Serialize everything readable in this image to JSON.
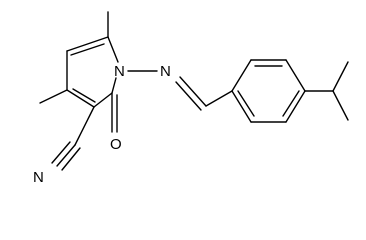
{
  "molecule": {
    "atoms": {
      "ring_n": "N",
      "imine_n": "N",
      "carbonyl_o": "O",
      "nitrile_n": "N"
    }
  },
  "colors": {
    "bond": "#000000",
    "label": "#000000",
    "background": "#ffffff"
  }
}
